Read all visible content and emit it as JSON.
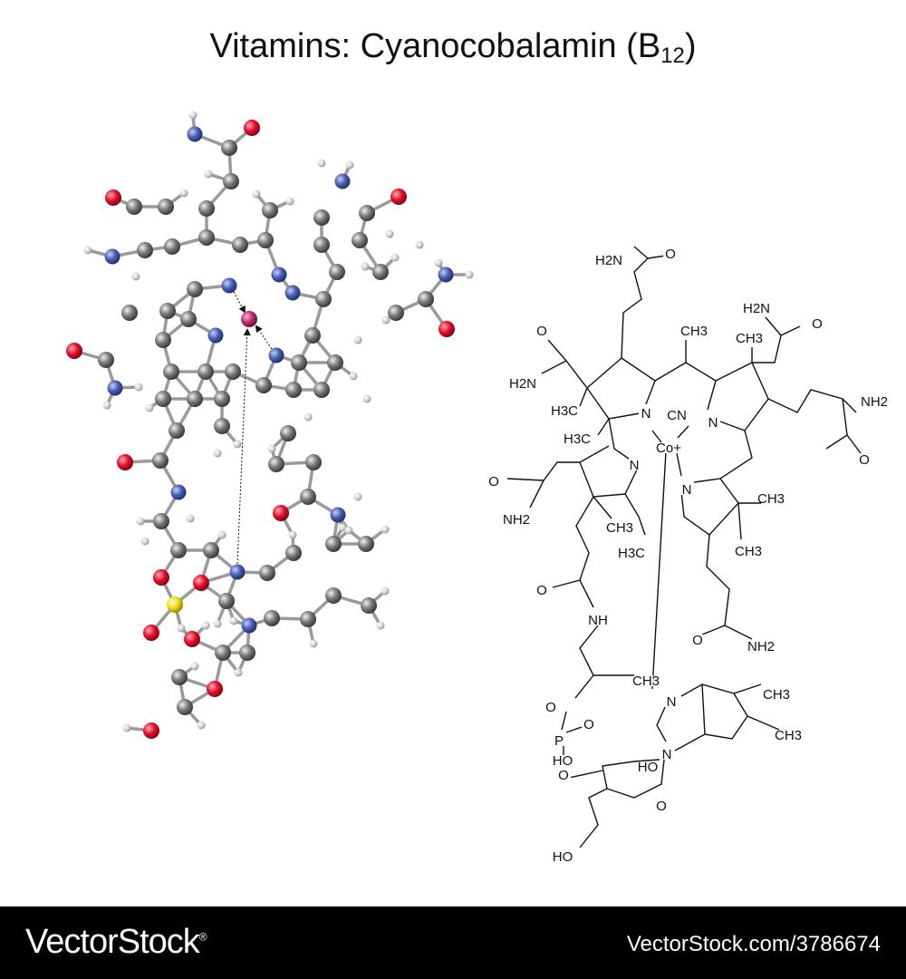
{
  "title": {
    "main": "Vitamins: Cyanocobalamin (B",
    "subscript": "12",
    "close": ")"
  },
  "ball_model": {
    "atom_colors": {
      "C": "#6e6e6e",
      "O": "#e8102a",
      "N": "#4a5fb5",
      "H": "#d8d8d8",
      "Co": "#c0306e",
      "P": "#f2e21a"
    }
  },
  "structural_formula": {
    "labels": [
      "H2N",
      "O",
      "O",
      "H2N",
      "CH3",
      "H2N",
      "O",
      "CH3",
      "H3C",
      "N",
      "CN",
      "N",
      "NH2",
      "H3C",
      "Co+",
      "N",
      "O",
      "O",
      "N",
      "NH2",
      "CH3",
      "CH3",
      "H3C",
      "CH3",
      "O",
      "NH",
      "O",
      "NH2",
      "CH3",
      "O",
      "N",
      "CH3",
      "O",
      "P",
      "CH3",
      "HO",
      "O",
      "N",
      "HO",
      "O",
      "HO"
    ]
  },
  "footer": {
    "logo": "VectorStock",
    "registered": "®",
    "url": "VectorStock.com/3786674"
  }
}
